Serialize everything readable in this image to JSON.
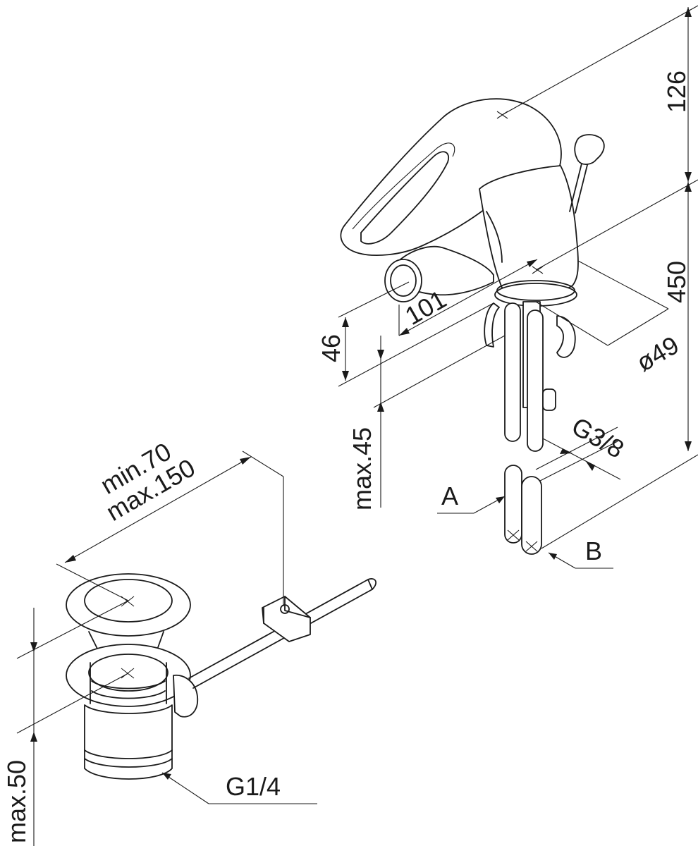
{
  "dimensions": {
    "height_top": "126",
    "height_total": "450",
    "diameter": "ø49",
    "reach": "101",
    "spout_height": "46",
    "deck_max": "max.45",
    "thread_inlet": "G3/8",
    "popup_rod_min": "min.70",
    "popup_rod_max": "max.150",
    "waste_max": "max.50",
    "thread_waste": "G1/4"
  },
  "callouts": {
    "hose_a": "A",
    "hose_b": "B"
  },
  "colors": {
    "line": "#1a1a1a",
    "background": "#ffffff"
  }
}
